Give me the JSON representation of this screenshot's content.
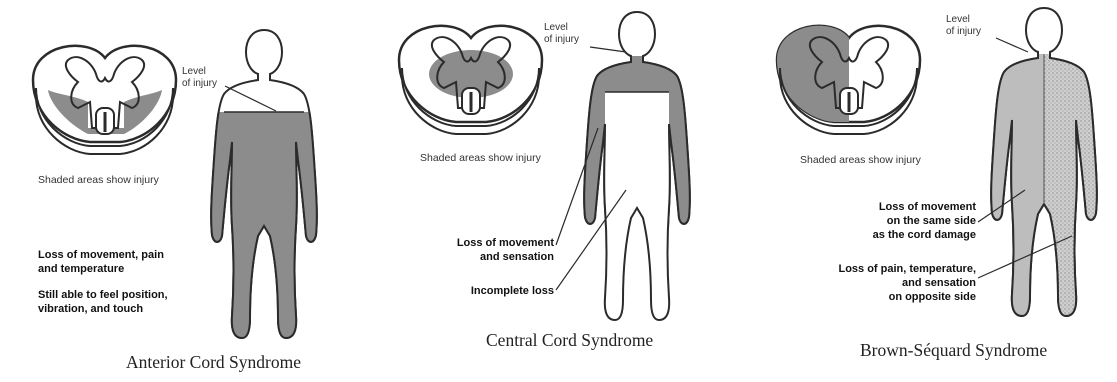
{
  "panels": [
    {
      "title": "Anterior Cord Syndrome",
      "level_label_line1": "Level",
      "level_label_line2": "of injury",
      "shaded_label": "Shaded areas show injury",
      "notes": [
        "Loss of movement, pain",
        "and temperature",
        "Still able to feel position,",
        "vibration, and touch"
      ]
    },
    {
      "title": "Central Cord Syndrome",
      "level_label_line1": "Level",
      "level_label_line2": "of injury",
      "shaded_label": "Shaded areas show injury",
      "notes": [
        "Loss of movement",
        "and sensation",
        "Incomplete loss"
      ]
    },
    {
      "title": "Brown-Séquard Syndrome",
      "level_label_line1": "Level",
      "level_label_line2": "of injury",
      "shaded_label": "Shaded areas show injury",
      "notes": [
        "Loss of movement",
        "on the same side",
        "as the cord damage",
        "Loss of pain, temperature,",
        "and sensation",
        "on opposite side"
      ]
    }
  ],
  "colors": {
    "shade": "#8c8c8c",
    "light_shade": "#bdbdbd",
    "outline": "#2b2b2b"
  }
}
